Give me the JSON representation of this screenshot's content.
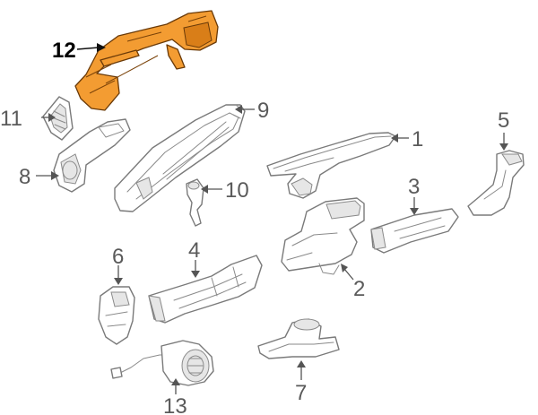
{
  "callouts": {
    "c1": "1",
    "c2": "2",
    "c3": "3",
    "c4": "4",
    "c5": "5",
    "c6": "6",
    "c7": "7",
    "c8": "8",
    "c9": "9",
    "c10": "10",
    "c11": "11",
    "c12": "12",
    "c13": "13"
  },
  "colors": {
    "highlight": "#f39c32",
    "outline": "#7a7a7a",
    "callout_text": "#5a5a5a"
  }
}
